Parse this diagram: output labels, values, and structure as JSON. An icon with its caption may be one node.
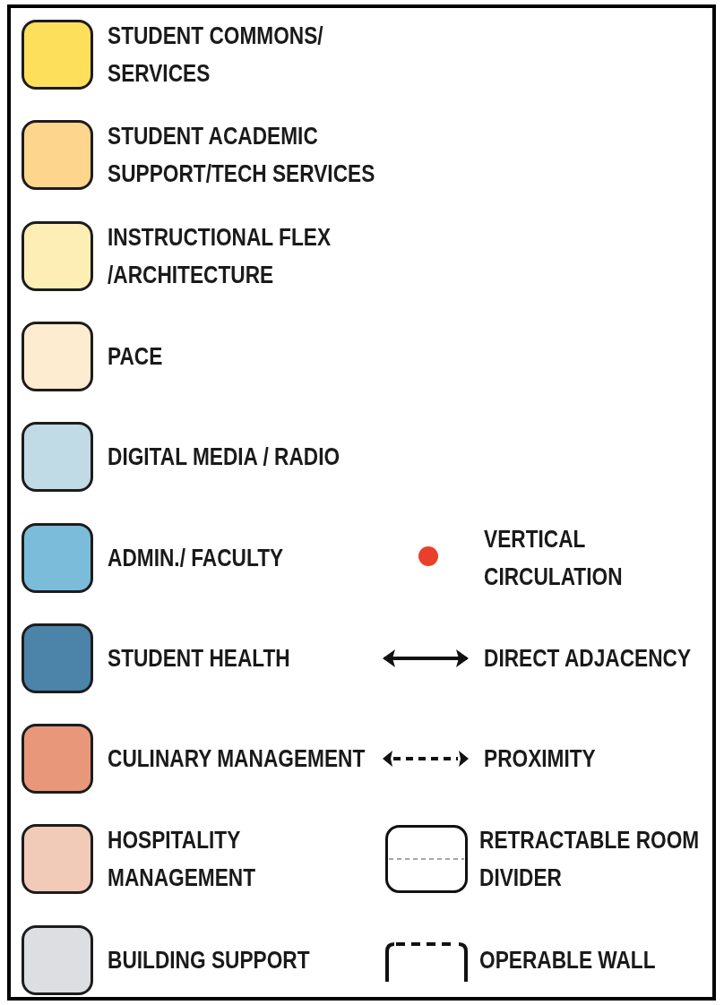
{
  "diagram": {
    "legend": [
      {
        "text": "STUDENT COMMONS/ SERVICES",
        "color": "#fddf5c"
      },
      {
        "text": "STUDENT ACADEMIC SUPPORT/TECH SERVICES",
        "color": "#fdd58d"
      },
      {
        "text": "INSTRUCTIONAL FLEX /ARCHITECTURE",
        "color": "#fdeeb6"
      },
      {
        "text": "PACE",
        "color": "#fdeccf"
      },
      {
        "text": "DIGITAL MEDIA / RADIO",
        "color": "#c1dbe6"
      },
      {
        "text": "ADMIN./ FACULTY",
        "color": "#7bbcdb"
      },
      {
        "text": "STUDENT HEALTH",
        "color": "#4b83a9"
      },
      {
        "text": "CULINARY MANAGEMENT",
        "color": "#e8977a"
      },
      {
        "text": "HOSPITALITY MANAGEMENT",
        "color": "#f1cbb8"
      },
      {
        "text": "BUILDING SUPPORT",
        "color": "#dcdee2"
      },
      {
        "text": "VERTICAL CIRCULATION"
      },
      {
        "text": "DIRECT ADJACENCY"
      },
      {
        "text": "PROXIMITY"
      },
      {
        "text": "RETRACTABLE ROOM DIVIDER"
      },
      {
        "text": "OPERABLE WALL"
      }
    ]
  }
}
